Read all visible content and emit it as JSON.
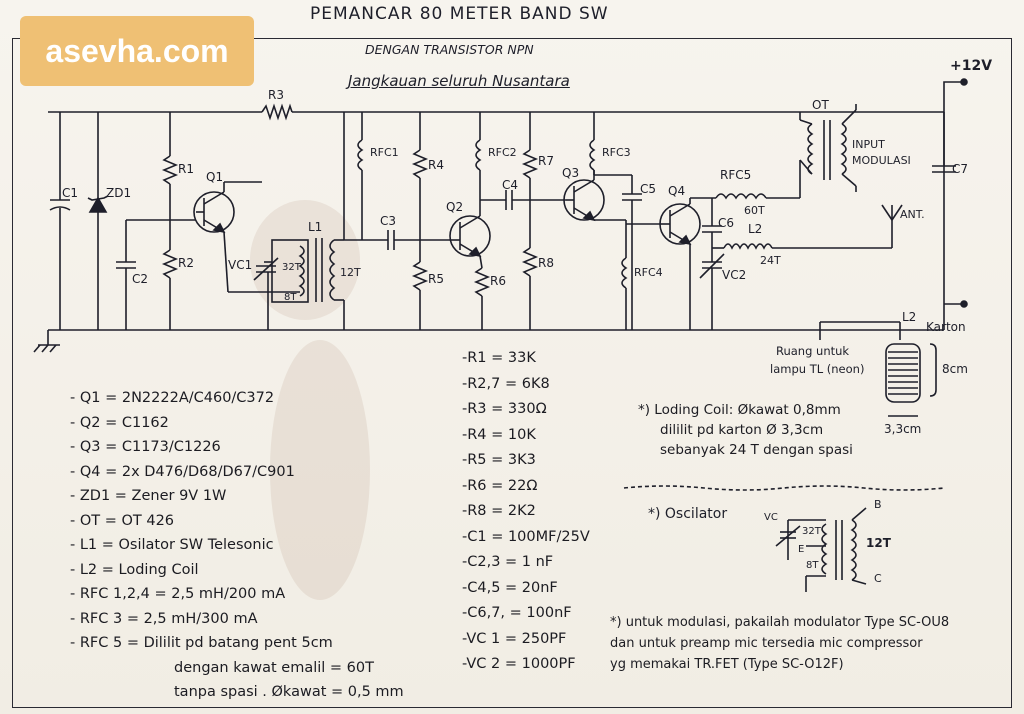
{
  "header": {
    "title": "PEMANCAR 80 METER BAND SW",
    "subtitle": "DENGAN TRANSISTOR NPN",
    "subtitle2": "Jangkauan seluruh Nusantara",
    "brand": "asevha.com"
  },
  "schematic": {
    "supply": "+12V",
    "labels": {
      "c1": "C1",
      "zd1": "ZD1",
      "c2": "C2",
      "r1": "R1",
      "r2": "R2",
      "r3": "R3",
      "q1": "Q1",
      "vc1": "VC1",
      "l1": "L1",
      "t32": "32T",
      "t8": "8T",
      "t12": "12T",
      "c3": "C3",
      "rfc1": "RFC1",
      "r4": "R4",
      "r5": "R5",
      "q2": "Q2",
      "rfc2": "RFC2",
      "r6": "R6",
      "c4": "C4",
      "r7": "R7",
      "r8": "R8",
      "q3": "Q3",
      "rfc3": "RFC3",
      "c5": "C5",
      "rfc4": "RFC4",
      "q4": "Q4",
      "rfc5": "RFC5",
      "t60": "60T",
      "c6": "C6",
      "l2": "L2",
      "t24": "24T",
      "vc2": "VC2",
      "ot": "OT",
      "input1": "INPUT",
      "input2": "MODULASI",
      "ant": "ANT.",
      "c7": "C7"
    }
  },
  "coil": {
    "l2": "L2",
    "karton": "Karton",
    "ruang1": "Ruang untuk",
    "ruang2": "lampu TL (neon)",
    "height": "8cm",
    "diameter": "3,3cm"
  },
  "components": [
    "- Q1 = 2N2222A/C460/C372",
    "- Q2 = C1162",
    "- Q3 = C1173/C1226",
    "- Q4 = 2x D476/D68/D67/C901",
    "- ZD1 = Zener 9V 1W",
    "- OT = OT 426",
    "- L1 = Osilator SW Telesonic",
    "- L2 = Loding Coil",
    "- RFC 1,2,4 = 2,5 mH/200 mA",
    "- RFC 3 = 2,5 mH/300 mA",
    "- RFC 5 = Dililit pd batang pent 5cm",
    "dengan kawat emalil = 60T",
    "tanpa spasi . Økawat = 0,5 mm"
  ],
  "values": [
    "-R1 = 33K",
    "-R2,7 = 6K8",
    "-R3 = 330Ω",
    "-R4 = 10K",
    "-R5 = 3K3",
    "-R6 = 22Ω",
    "-R8 = 2K2",
    "-C1 = 100MF/25V",
    "-C2,3 = 1 nF",
    "-C4,5 = 20nF",
    "-C6,7, = 100nF",
    "-VC 1 = 250PF",
    "-VC 2 = 1000PF"
  ],
  "loding_note": [
    "*) Loding Coil: Økawat 0,8mm",
    "dililit pd karton Ø 3,3cm",
    "sebanyak 24 T dengan spasi"
  ],
  "osc": {
    "title": "*) Oscilator",
    "vc": "VC",
    "t32": "32T",
    "t8": "8T",
    "t12": "12T",
    "e": "E",
    "b": "B",
    "c": "C"
  },
  "footer_note": [
    "*) untuk modulasi, pakailah modulator Type SC-OU8",
    "dan untuk preamp mic tersedia mic compressor",
    "yg memakai TR.FET (Type SC-O12F)"
  ]
}
